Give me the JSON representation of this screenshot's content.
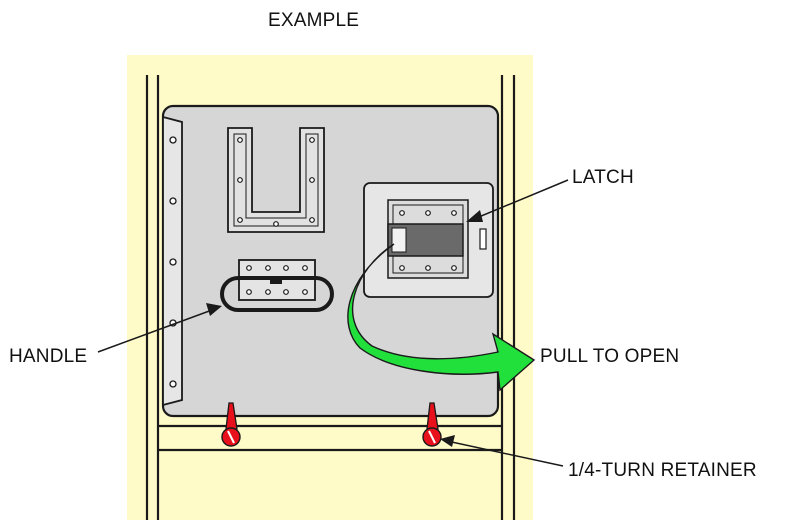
{
  "labels": {
    "example": "EXAMPLE",
    "latch": "LATCH",
    "handle": "HANDLE",
    "pull_to_open": "PULL TO OPEN",
    "retainer": "1/4-TURN RETAINER"
  },
  "colors": {
    "background_panel": "#fffbc8",
    "door": "#d6d6d6",
    "arrow": "#22e03c",
    "retainer": "#e8101a",
    "outline": "#1a1a1a"
  }
}
